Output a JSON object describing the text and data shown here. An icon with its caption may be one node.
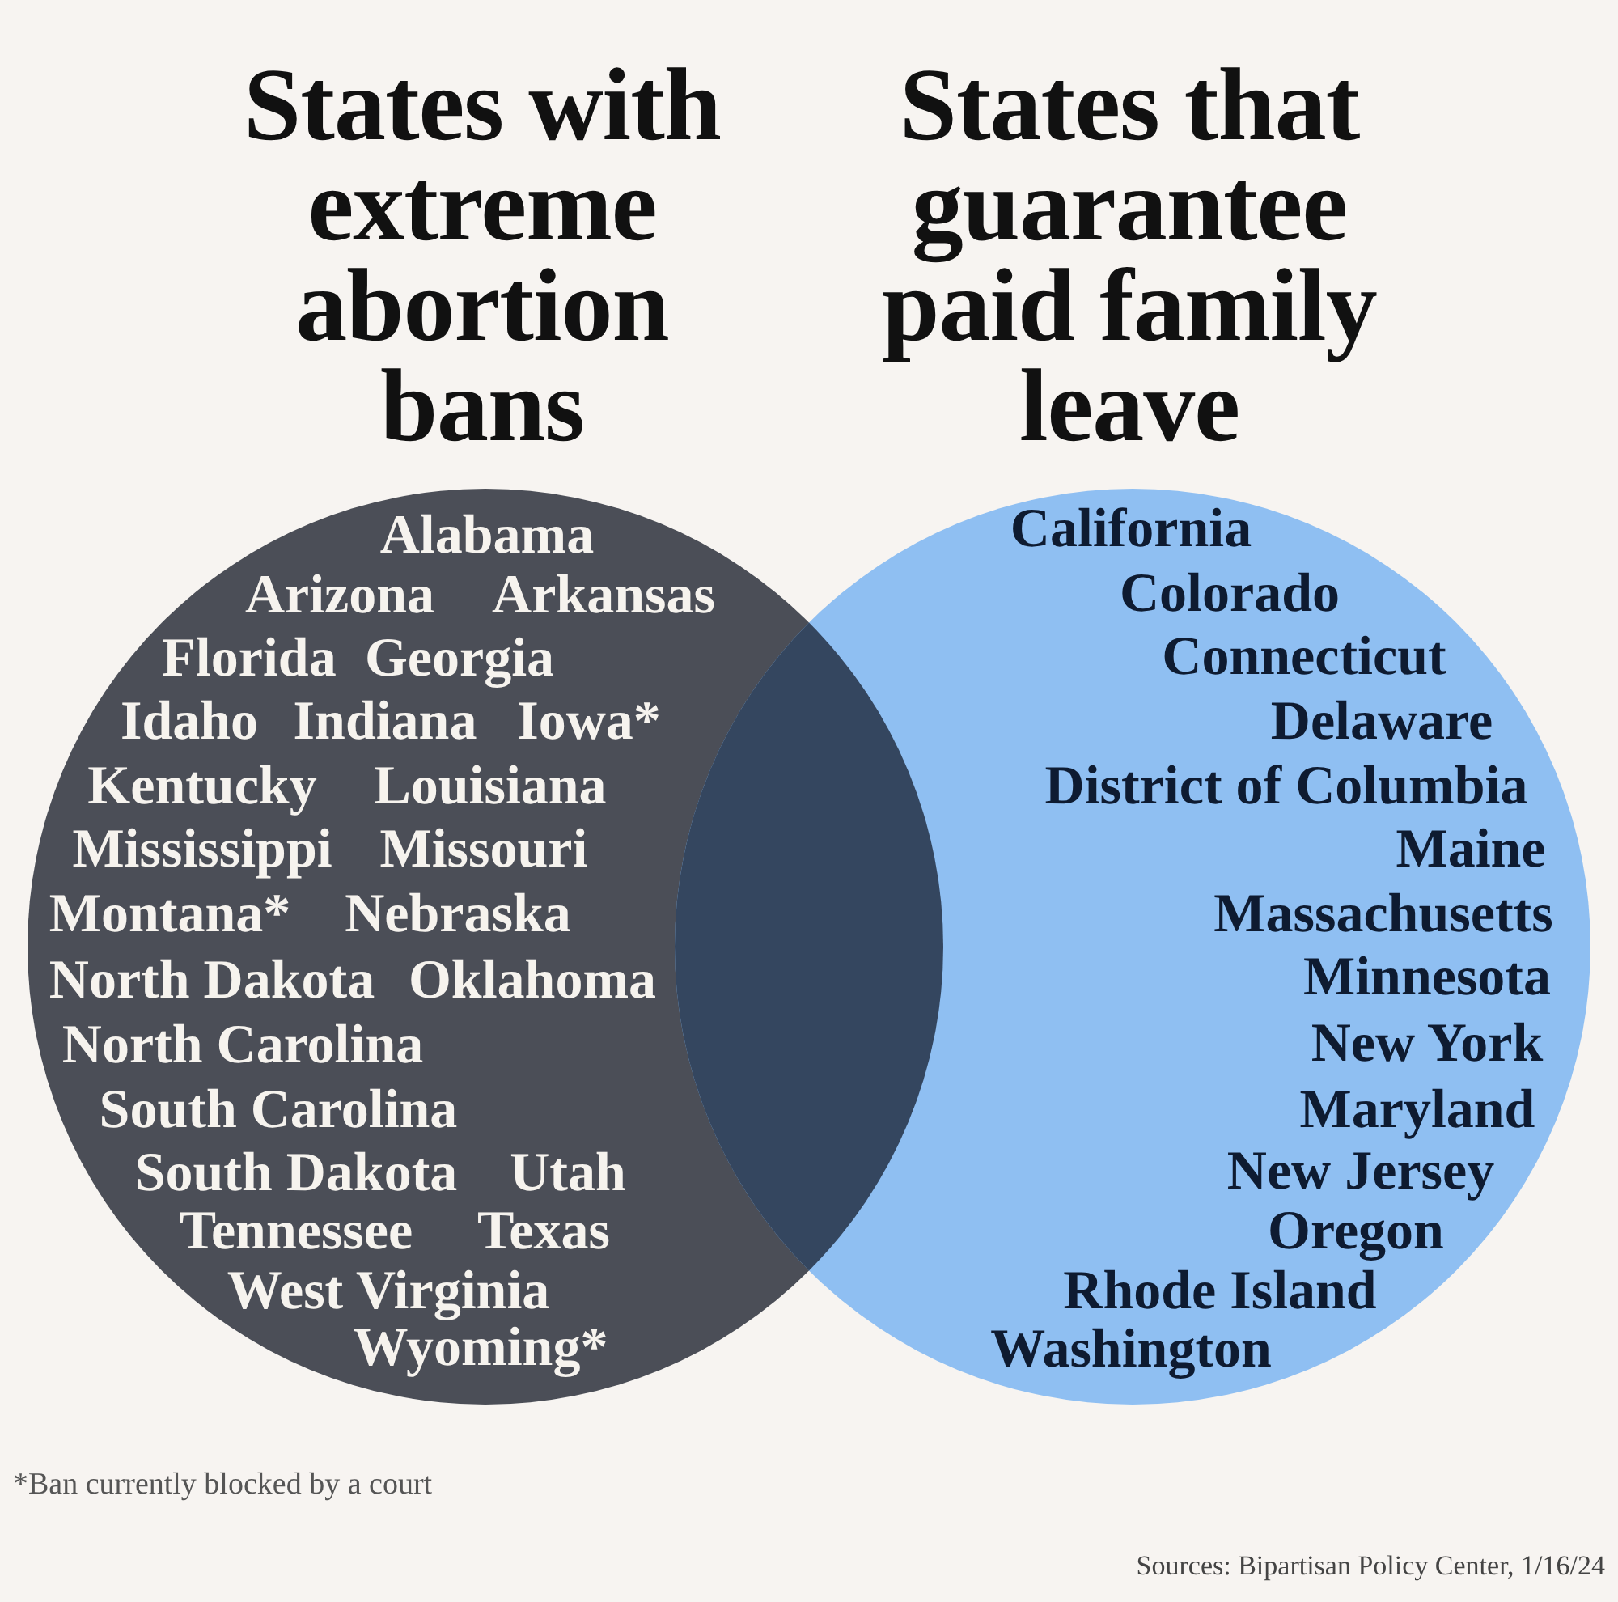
{
  "diagram": {
    "nodes": [
      {
        "text": [
          "States with extreme abortion bans",
          "Alabama",
          "Arizona",
          "Arkansas",
          "Florida",
          "Georgia",
          "Idaho",
          "Indiana",
          "Iowa*",
          "Kentucky",
          "Louisiana",
          "Mississippi",
          "Missouri",
          "Montana*",
          "Nebraska",
          "North Dakota",
          "Oklahoma",
          "North Carolina",
          "South Carolina",
          "South Dakota",
          "Utah",
          "Tennessee",
          "Texas",
          "West Virginia",
          "Wyoming*"
        ]
      },
      {
        "text": [
          "States that guarantee paid family leave",
          "California",
          "Colorado",
          "Connecticut",
          "Delaware",
          "District of Columbia",
          "Maine",
          "Massachusetts",
          "Minnesota",
          "New York",
          "Maryland",
          "New Jersey",
          "Oregon",
          "Rhode Island",
          "Washington"
        ]
      }
    ],
    "labels": [
      "*Ban currently blocked by a court",
      "Sources: Bipartisan Policy Center, 1/16/24"
    ]
  }
}
